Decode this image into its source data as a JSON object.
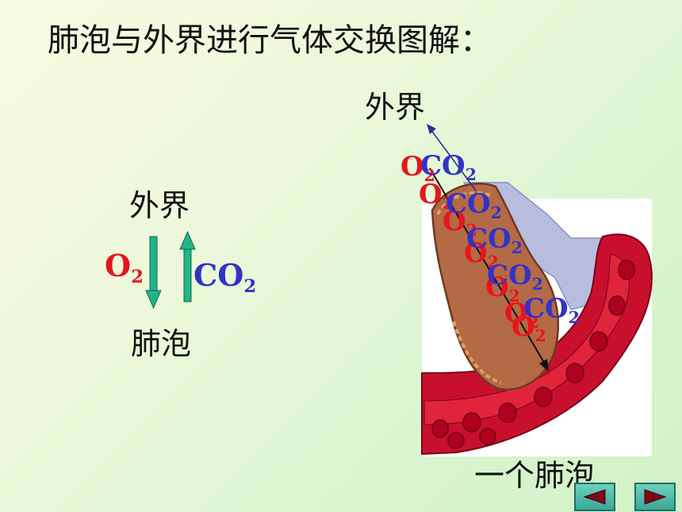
{
  "title": "肺泡与外界进行气体交换图解：",
  "left_diagram": {
    "top_label": "外界",
    "bottom_label": "肺泡",
    "down_gas": "O",
    "down_gas_sub": "2",
    "up_gas": "CO",
    "up_gas_sub": "2"
  },
  "right_diagram": {
    "top_label": "外界",
    "caption": "一个肺泡",
    "o2_labels": [
      {
        "text": "O",
        "sub": "2"
      },
      {
        "text": "O",
        "sub": "2"
      },
      {
        "text": "O",
        "sub": "2"
      },
      {
        "text": "O",
        "sub": "2"
      },
      {
        "text": "O",
        "sub": "2"
      },
      {
        "text": "O",
        "sub": "2"
      },
      {
        "text": "O",
        "sub": "2"
      }
    ],
    "co2_labels": [
      {
        "text": "CO",
        "sub": "2"
      },
      {
        "text": "CO",
        "sub": "2"
      },
      {
        "text": "CO",
        "sub": "2"
      },
      {
        "text": "CO",
        "sub": "2"
      },
      {
        "text": "CO",
        "sub": "2"
      }
    ]
  },
  "colors": {
    "o2": "#e8141c",
    "co2": "#3232c8",
    "arrow_green": "#22b489",
    "blood_vessel": "#c8102e",
    "alveolus": "#b46a45"
  },
  "nav": {
    "prev_icon": "triangle-left-icon",
    "next_icon": "triangle-right-icon"
  }
}
